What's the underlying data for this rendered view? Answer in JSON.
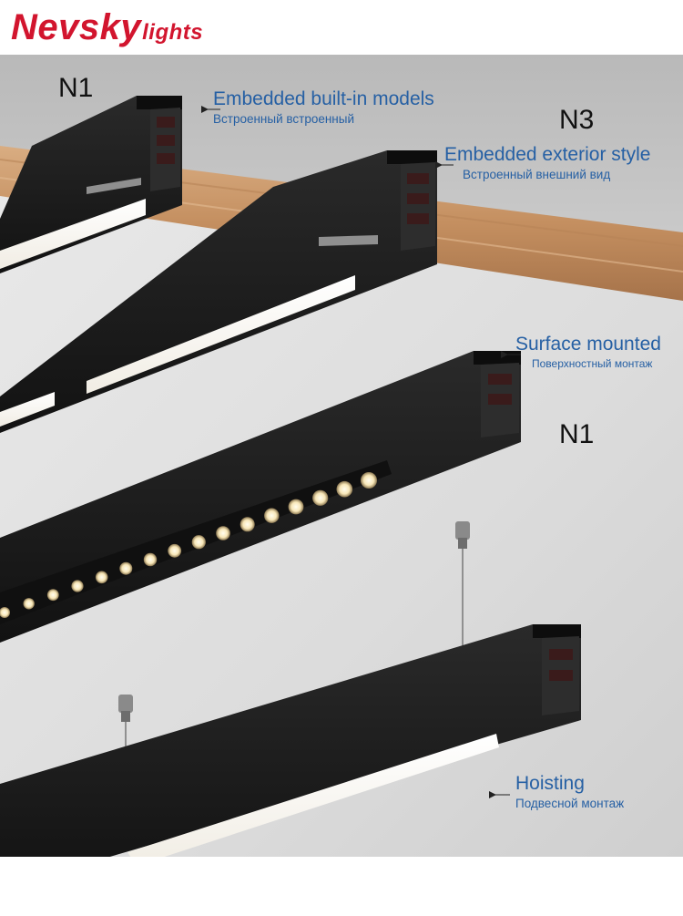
{
  "brand": {
    "name_main": "Nevsky",
    "name_suffix": "lights",
    "color": "#d2152e"
  },
  "models": [
    {
      "label": "N1"
    },
    {
      "label": "N3"
    },
    {
      "label": "N1"
    }
  ],
  "annotations": [
    {
      "en": "Embedded built-in models",
      "ru": "Встроенный встроенный"
    },
    {
      "en": "Embedded exterior style",
      "ru": "Встроенный внешний вид"
    },
    {
      "en": "Surface mounted",
      "ru": "Поверхностный монтаж"
    },
    {
      "en": "Hoisting",
      "ru": "Подвесной монтаж"
    }
  ],
  "colors": {
    "annotation_text": "#2660a4",
    "fixture_body": "#1c1c1c",
    "wood_panel": "#c99a6e",
    "ceiling_gray": "#c4c4c4"
  },
  "icons": [
    "arrow-left-icon",
    "led-dot-icon",
    "suspension-mount-icon"
  ]
}
